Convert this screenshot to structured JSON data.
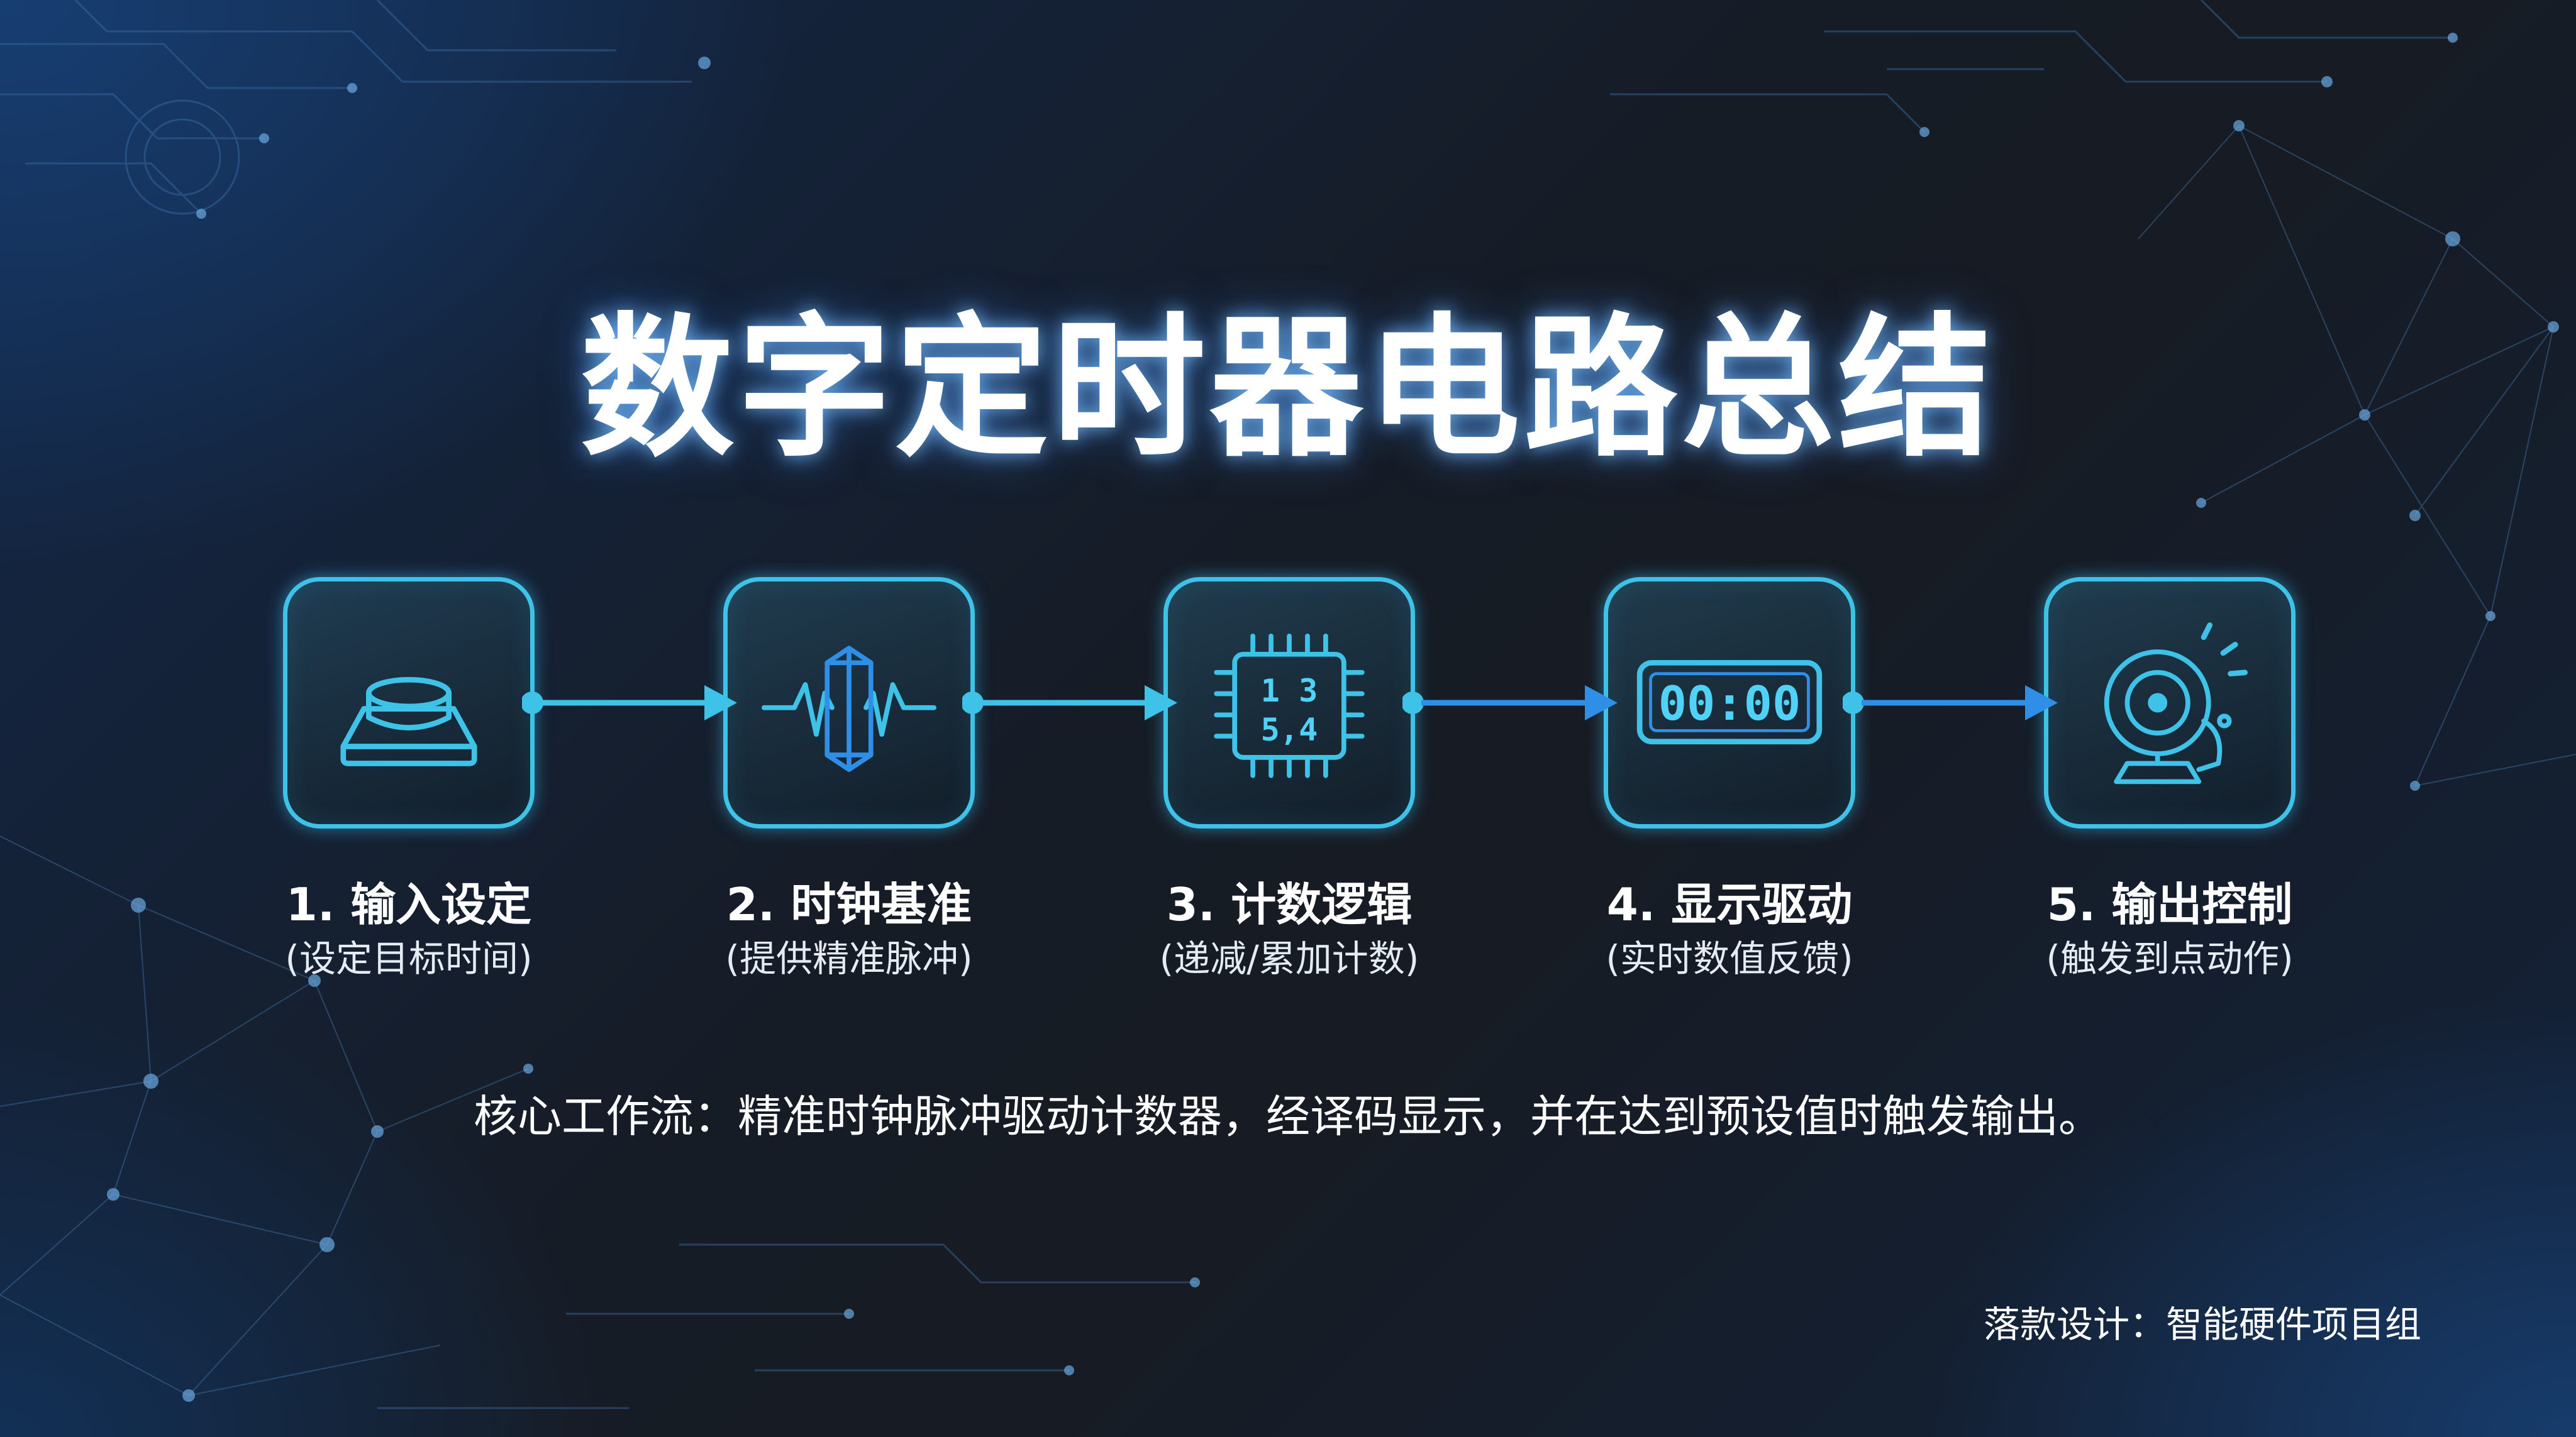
{
  "title": "数字定时器电路总结",
  "steps": [
    {
      "label": "1. 输入设定",
      "sub": "(设定目标时间)",
      "icon": "push-button-icon"
    },
    {
      "label": "2. 时钟基准",
      "sub": "(提供精准脉冲)",
      "icon": "crystal-oscillator-icon"
    },
    {
      "label": "3. 计数逻辑",
      "sub": "(递减/累加计数)",
      "icon": "counter-chip-icon",
      "chip_digits_top": "1 3",
      "chip_digits_bottom": "5,4"
    },
    {
      "label": "4. 显示驱动",
      "sub": "(实时数值反馈)",
      "icon": "digital-display-icon",
      "display_text": "00:00"
    },
    {
      "label": "5. 输出控制",
      "sub": "(触发到点动作)",
      "icon": "alarm-bell-icon"
    }
  ],
  "workflow": "核心工作流：精准时钟脉冲驱动计数器，经译码显示，并在达到预设值时触发输出。",
  "signature": "落款设计：智能硬件项目组",
  "colors": {
    "accent_cyan": "#3ec2e8",
    "accent_blue": "#2f8fe6",
    "title_glow": "#78beff"
  }
}
